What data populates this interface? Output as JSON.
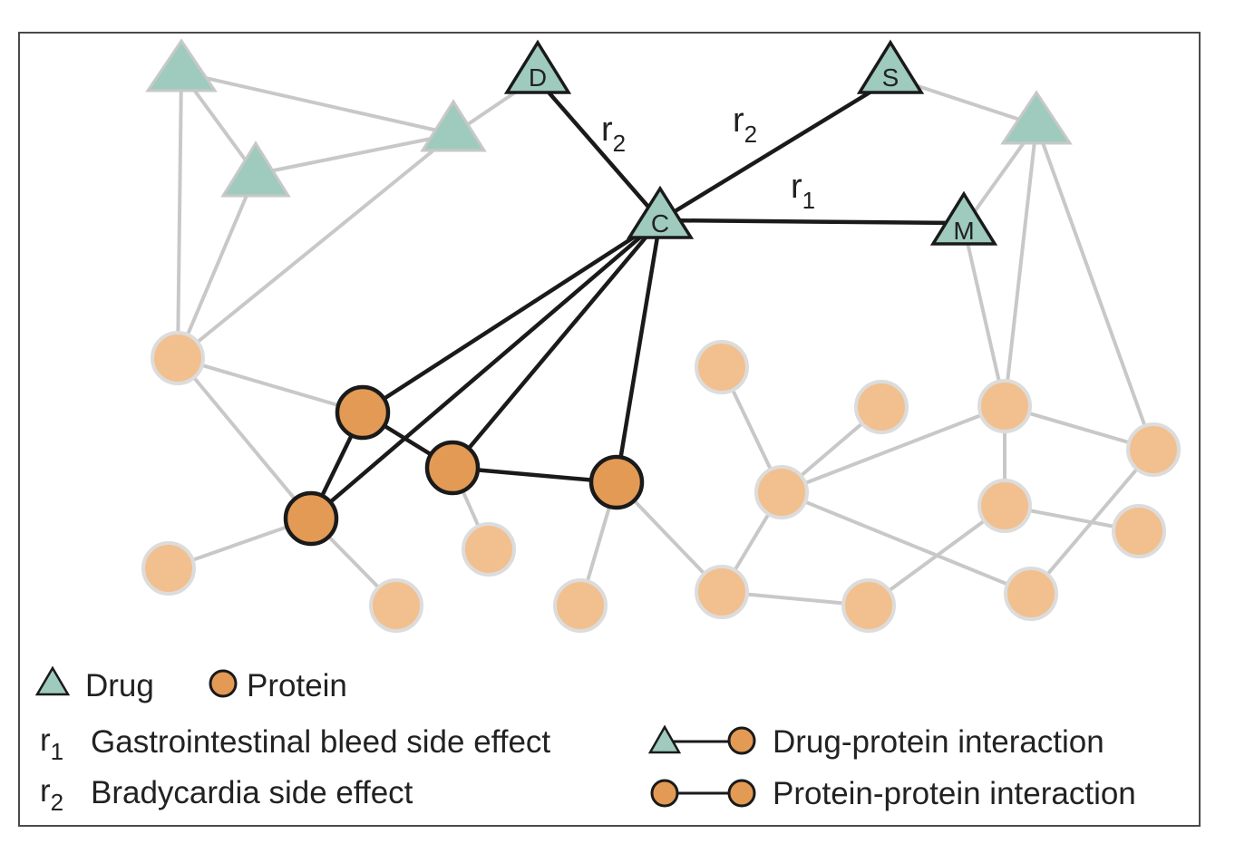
{
  "node_labels": {
    "C": "C",
    "D": "D",
    "S": "S",
    "M": "M"
  },
  "edge_labels": {
    "r2_left": {
      "base": "r",
      "sub": "2"
    },
    "r2_right": {
      "base": "r",
      "sub": "2"
    },
    "r1": {
      "base": "r",
      "sub": "1"
    }
  },
  "legend": {
    "drug": "Drug",
    "protein": "Protein",
    "r1_symbol": {
      "base": "r",
      "sub": "1"
    },
    "r1_text": "Gastrointestinal bleed side effect",
    "r2_symbol": {
      "base": "r",
      "sub": "2"
    },
    "r2_text": "Bradycardia side effect",
    "drug_protein": "Drug-protein interaction",
    "protein_protein": "Protein-protein interaction"
  },
  "colors": {
    "drug": "#9ecbbd",
    "protein_highlight": "#e29a55",
    "protein_faded": "#f2c08e",
    "edge_faded": "#c8c8c8",
    "edge_highlight": "#1a1a1a"
  }
}
